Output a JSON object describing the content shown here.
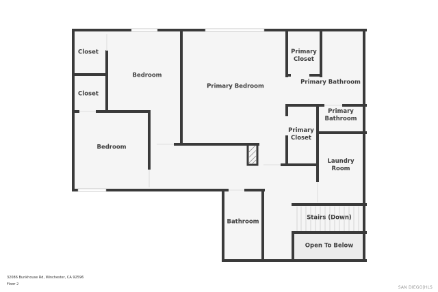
{
  "plan": {
    "colors": {
      "wall": "#3a3a3a",
      "floor": "#f5f5f5",
      "open_to_below": "#ececec",
      "window": "#ffffff",
      "background": "#ffffff"
    },
    "rooms": [
      {
        "id": "closet-1",
        "label": "Closet"
      },
      {
        "id": "closet-2",
        "label": "Closet"
      },
      {
        "id": "bedroom-1",
        "label": "Bedroom"
      },
      {
        "id": "bedroom-2",
        "label": "Bedroom"
      },
      {
        "id": "primary-bedroom",
        "label": "Primary Bedroom"
      },
      {
        "id": "primary-closet-1",
        "label_line1": "Primary",
        "label_line2": "Closet"
      },
      {
        "id": "primary-bathroom-1",
        "label": "Primary Bathroom"
      },
      {
        "id": "primary-bathroom-2",
        "label_line1": "Primary",
        "label_line2": "Bathroom"
      },
      {
        "id": "primary-closet-2",
        "label_line1": "Primary",
        "label_line2": "Closet"
      },
      {
        "id": "laundry-room",
        "label_line1": "Laundry",
        "label_line2": "Room"
      },
      {
        "id": "bathroom",
        "label": "Bathroom"
      },
      {
        "id": "stairs",
        "label": "Stairs (Down)"
      },
      {
        "id": "open-to-below",
        "label": "Open To Below"
      }
    ]
  },
  "footer": {
    "address": "32086 Bunkhouse Rd, Winchester, CA 92596",
    "floor": "Floor 2",
    "brand": "SAN DIEGO|HLS"
  }
}
